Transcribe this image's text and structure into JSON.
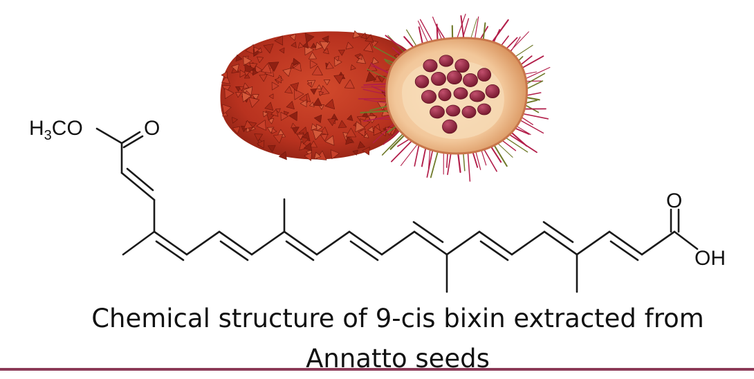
{
  "caption": {
    "line1": "Chemical structure of 9-cis bixin extracted from",
    "line2": "Annatto seeds"
  },
  "molecule": {
    "ester_label": "H3CO",
    "ester_label_parts": {
      "prefix": "H",
      "subscript": "3",
      "suffix": "CO"
    },
    "carbonyl_o_left": "O",
    "carbonyl_o_right": "O",
    "hydroxyl_label": "OH"
  },
  "photo": {
    "seeds_icon": "annatto-seed-pile-icon",
    "pod_icon": "annatto-pod-icon"
  },
  "colors": {
    "seed": "#b8321f",
    "seed_dark": "#7e1a10",
    "pod_flesh": "#f2c79a",
    "pod_spike": "#b21e4a",
    "divider": "#8b3a57"
  }
}
